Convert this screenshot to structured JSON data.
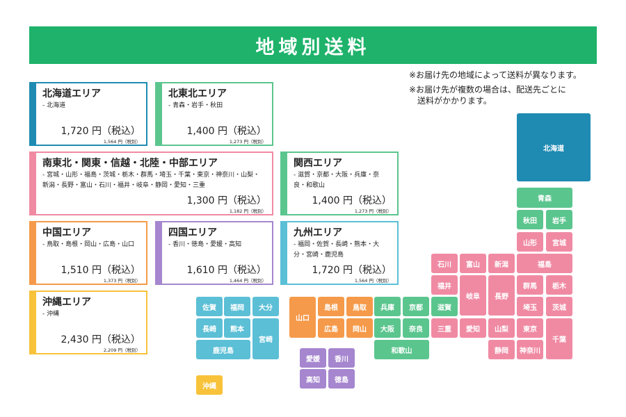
{
  "header": {
    "title": "地域別送料"
  },
  "notes": {
    "line1": "※お届け先の地域によって送料が異なります。",
    "line2a": "※お届け先が複数の場合は、配送先ごとに",
    "line2b": "送料がかかります。"
  },
  "colors": {
    "banner": "#1eb26a",
    "hokkaido": "#1f8bb3",
    "tohoku": "#5bc58e",
    "kanto": "#f08aa3",
    "kansai": "#5bc58e",
    "chugoku": "#f59a4a",
    "shikoku": "#a586cf",
    "kyushu": "#5bbfd6",
    "okinawa": "#f8c23a"
  },
  "areas": {
    "hokkaido": {
      "title": "北海道エリア",
      "prefs": "- 北海道",
      "price": "1,720 円（税込）",
      "tax": "1,564 円（税別）"
    },
    "kitatohoku": {
      "title": "北東北エリア",
      "prefs": "- 青森・岩手・秋田",
      "price": "1,400 円（税込）",
      "tax": "1,273 円（税別）"
    },
    "minamitohoku": {
      "title": "南東北・関東・信越・北陸・中部エリア",
      "prefs": "- 宮城・山形・福島・茨城・栃木・群馬・埼玉・千葉・東京・神奈川・山梨・新潟・長野・富山・石川・福井・岐阜・静岡・愛知・三重",
      "price": "1,300 円（税込）",
      "tax": "1,182 円（税別）"
    },
    "kansai": {
      "title": "関西エリア",
      "prefs": "- 滋賀・京都・大阪・兵庫・奈良・和歌山",
      "price": "1,400 円（税込）",
      "tax": "1,273 円（税別）"
    },
    "chugoku": {
      "title": "中国エリア",
      "prefs": "- 鳥取・島根・岡山・広島・山口",
      "price": "1,510 円（税込）",
      "tax": "1,373 円（税別）"
    },
    "shikoku": {
      "title": "四国エリア",
      "prefs": "- 香川・徳島・愛媛・高知",
      "price": "1,610 円（税込）",
      "tax": "1,464 円（税別）"
    },
    "kyushu": {
      "title": "九州エリア",
      "prefs": "- 福岡・佐賀・長崎・熊本・大分・宮崎・鹿児島",
      "price": "1,720 円（税込）",
      "tax": "1,564 円（税別）"
    },
    "okinawa": {
      "title": "沖縄エリア",
      "prefs": "- 沖縄",
      "price": "2,430 円（税込）",
      "tax": "2,209 円（税別）"
    }
  },
  "map": {
    "hokkaido": "北海道",
    "aomori": "青森",
    "akita": "秋田",
    "iwate": "岩手",
    "yamagata": "山形",
    "miyagi": "宮城",
    "fukushima": "福島",
    "ishikawa": "石川",
    "toyama": "富山",
    "niigata": "新潟",
    "fukui": "福井",
    "gifu": "岐阜",
    "nagano": "長野",
    "gunma": "群馬",
    "tochigi": "栃木",
    "saitama": "埼玉",
    "ibaraki": "茨城",
    "aichi": "愛知",
    "mie": "三重",
    "yamanashi": "山梨",
    "tokyo": "東京",
    "chiba": "千葉",
    "shizuoka": "静岡",
    "kanagawa": "神奈川",
    "shiga": "滋賀",
    "kyoto": "京都",
    "hyogo": "兵庫",
    "osaka": "大阪",
    "nara": "奈良",
    "wakayama": "和歌山",
    "shimane": "島根",
    "tottori": "鳥取",
    "hiroshima": "広島",
    "okayama": "岡山",
    "yamaguchi": "山口",
    "ehime": "愛媛",
    "kagawa": "香川",
    "kochi": "高知",
    "tokushima": "徳島",
    "saga": "佐賀",
    "fukuoka": "福岡",
    "oita": "大分",
    "nagasaki": "長崎",
    "kumamoto": "熊本",
    "miyazaki": "宮崎",
    "kagoshima": "鹿児島",
    "okinawa": "沖縄"
  }
}
